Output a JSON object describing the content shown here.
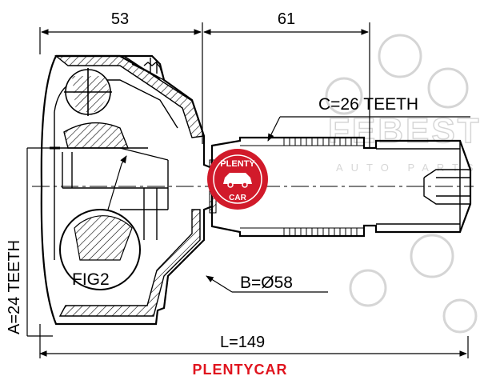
{
  "dimensions": {
    "top_left": "53",
    "top_right": "61",
    "spline_c": "C=26 TEETH",
    "spline_a": "A=24 TEETH",
    "diameter_b": "B=Ø58",
    "length_l": "L=149"
  },
  "labels": {
    "figure": "FIG2"
  },
  "watermark": {
    "brand": "FEBEST",
    "sub": "AUTO PARTS",
    "stamp_top": "PLENTY",
    "stamp_bottom": "CAR",
    "stamp_color": "#d11a2a"
  },
  "footer": {
    "brand": "PLENTYCAR",
    "color": "#e0141e"
  }
}
